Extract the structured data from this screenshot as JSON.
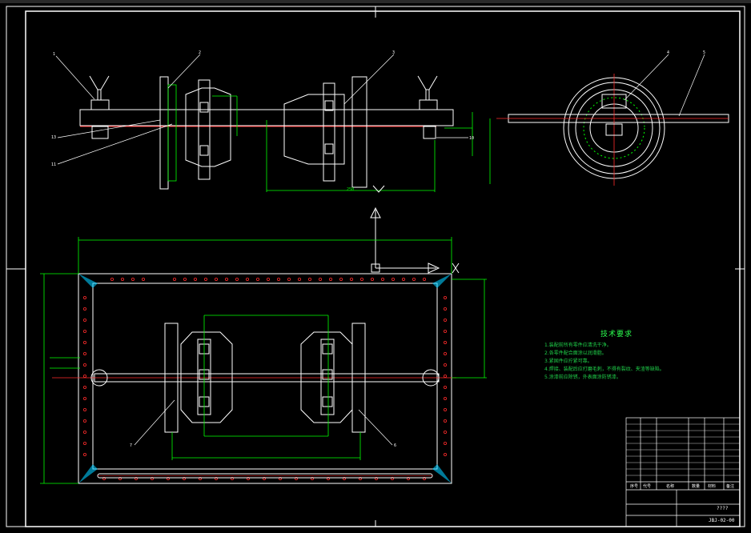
{
  "colors": {
    "background": "#000000",
    "frame": "#ffffff",
    "geometry": "#ffffff",
    "dimension": "#00ff00",
    "centerline": "#ff2b2b",
    "leader": "#ffffff",
    "notes": "#1fd14a",
    "ucs": "#ffffff"
  },
  "notes": {
    "title": "技术要求",
    "lines": [
      "1.装配前所有零件应清洗干净。",
      "2.各零件配合面涂以润滑脂。",
      "3.紧固件应拧紧可靠。",
      "4.焊接、装配后应打磨毛刺，不得有裂纹、夹渣等缺陷。",
      "5.涂漆前应除锈，外表面涂防锈漆。"
    ]
  },
  "title_block": {
    "drawing_number": "JBJ-02-00",
    "drawing_name": "????",
    "header_labels": [
      "序号",
      "代号",
      "名称",
      "数量",
      "材料",
      "备注"
    ]
  },
  "part_balloons": {
    "front_view": [
      "1",
      "2",
      "3",
      "13",
      "11",
      "10"
    ],
    "side_view": [
      "4",
      "5"
    ],
    "plan_view": [
      "7",
      "6"
    ]
  }
}
